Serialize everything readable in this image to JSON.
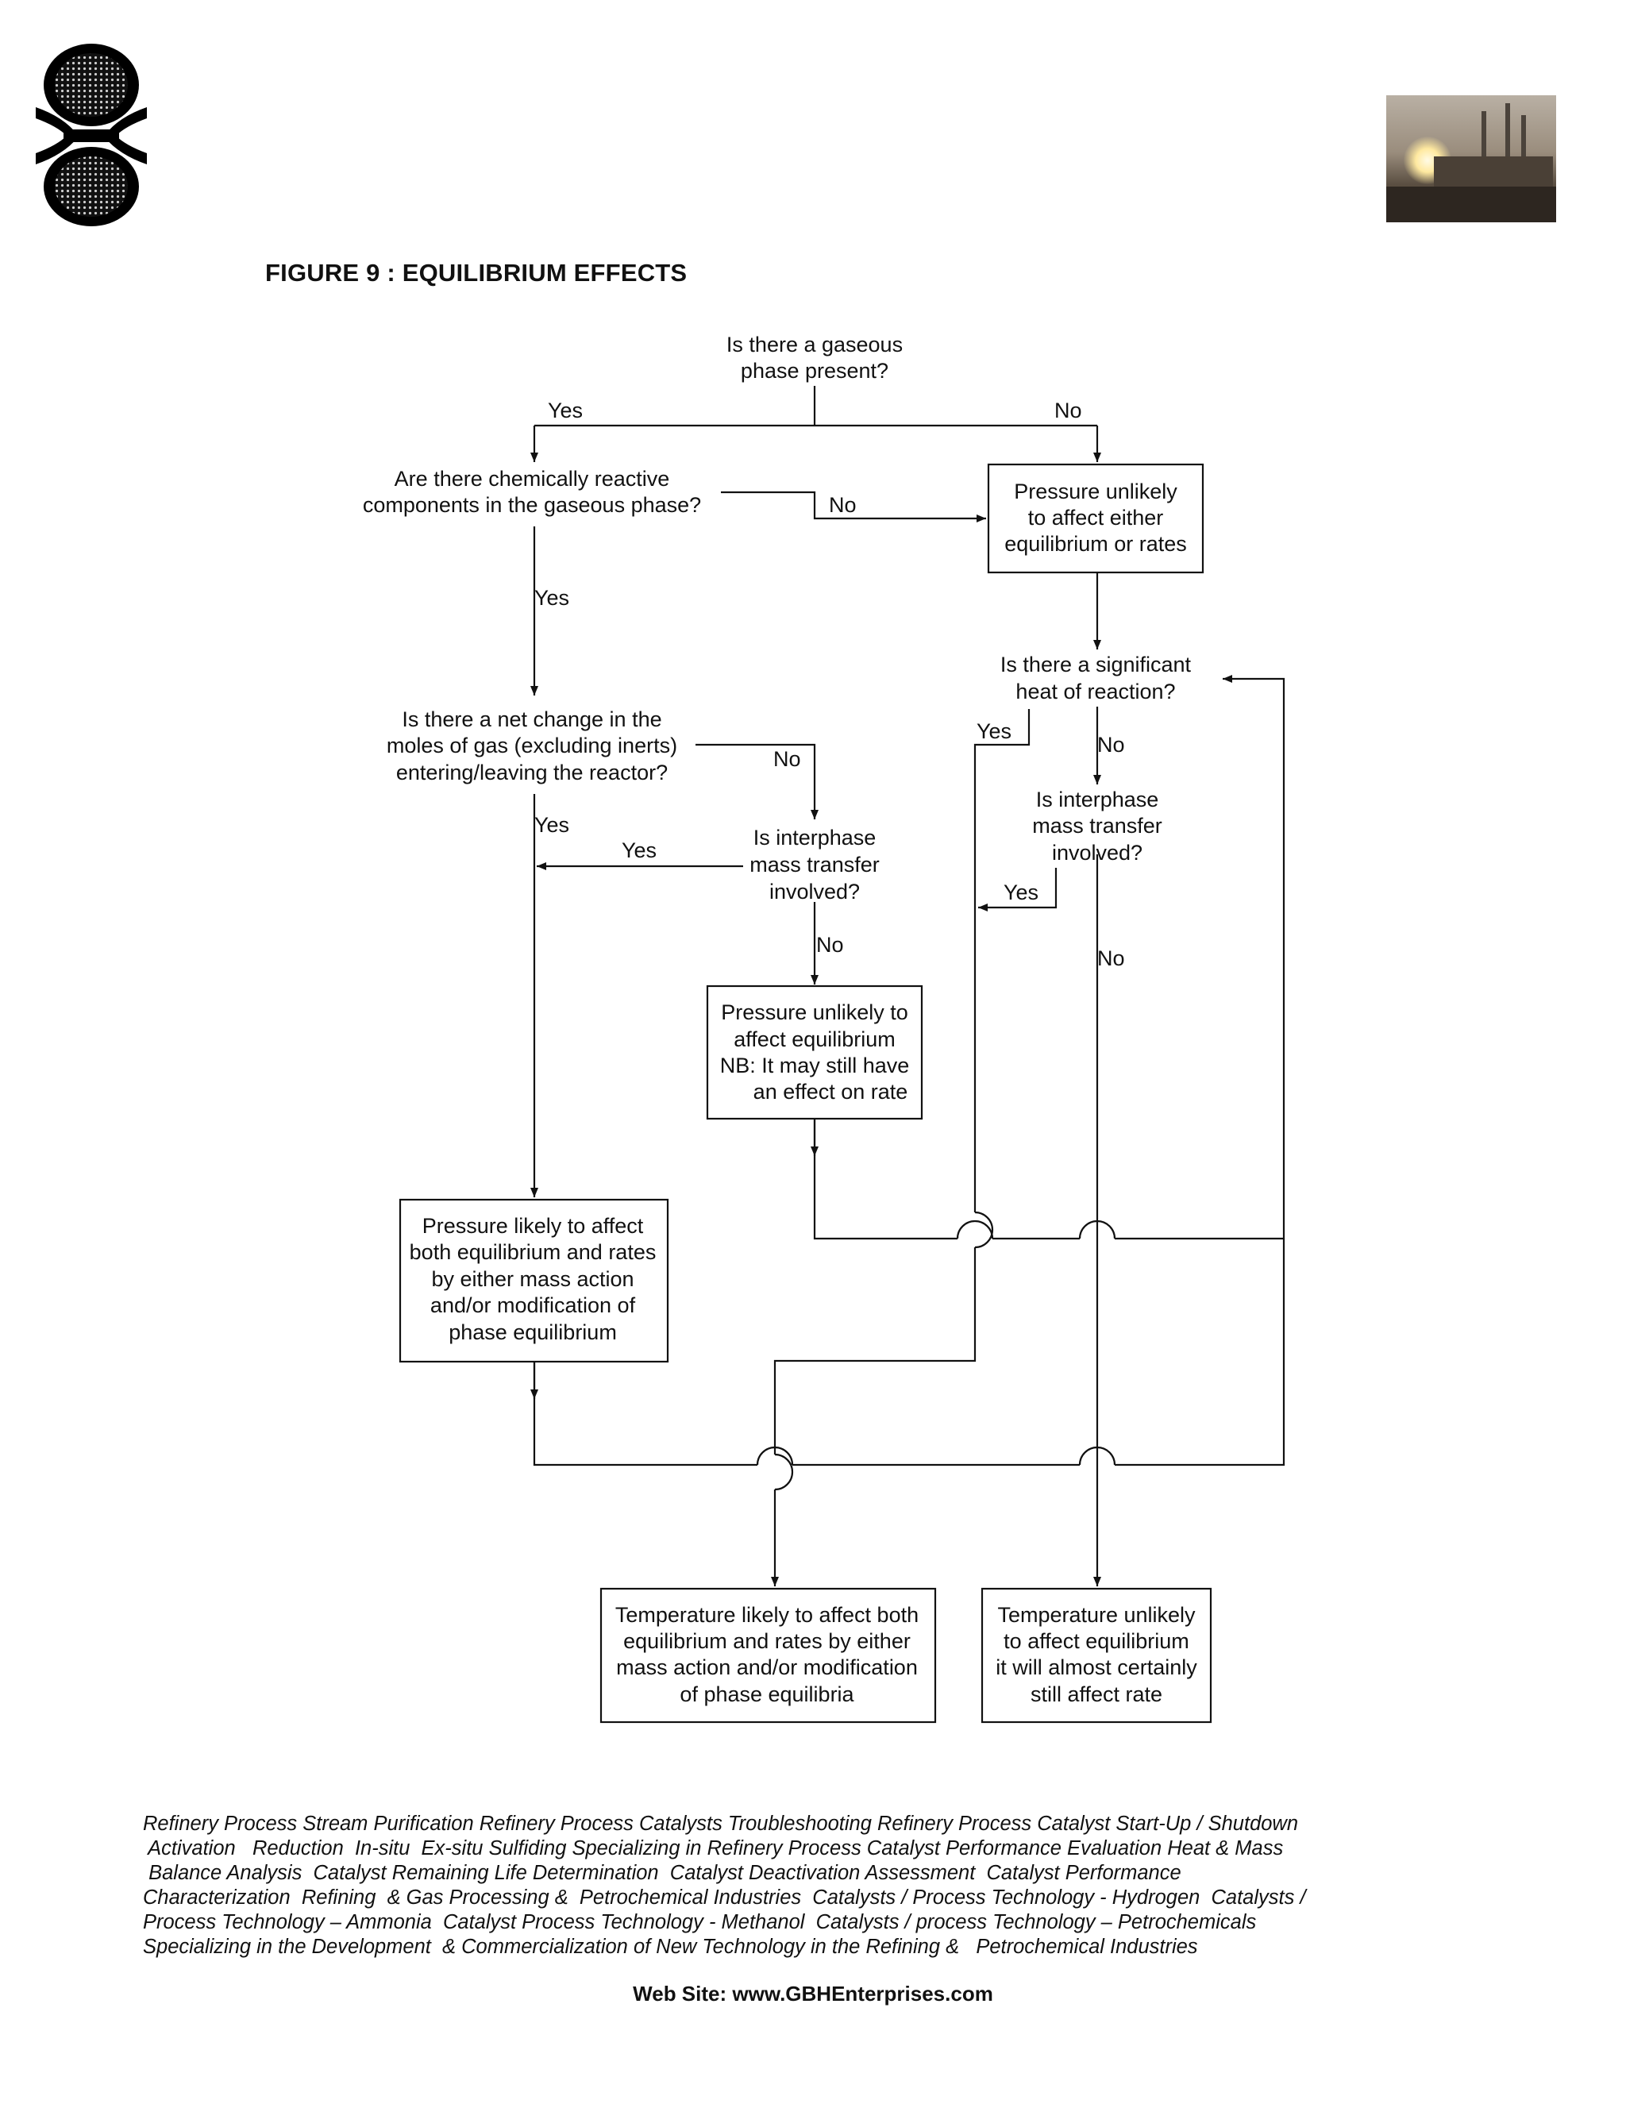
{
  "figure_title": "FIGURE 9 : EQUILIBRIUM EFFECTS",
  "flowchart": {
    "q_gaseous": [
      "Is there a gaseous",
      "phase present?"
    ],
    "q_reactive": [
      "Are there chemically reactive",
      "components in the gaseous phase?"
    ],
    "q_net_change": [
      "Is there a net change in the",
      "moles of gas (excluding inerts)",
      "entering/leaving the reactor?"
    ],
    "q_interphase_left": [
      "Is interphase",
      "mass transfer",
      "involved?"
    ],
    "q_heat": [
      "Is there a significant",
      "heat of reaction?"
    ],
    "q_interphase_right": [
      "Is interphase",
      "mass transfer",
      "involved?"
    ],
    "box_pressure_unlikely": [
      "Pressure unlikely",
      "to affect either",
      "equilibrium or rates"
    ],
    "box_pressure_unlikely_eq": [
      "Pressure unlikely to",
      "affect equilibrium",
      "NB: It may still have",
      "an effect on rate"
    ],
    "box_pressure_likely": [
      "Pressure likely to affect",
      "both equilibrium and rates",
      "by either mass action",
      "and/or modification of",
      "phase equilibrium"
    ],
    "box_temp_likely": [
      "Temperature likely to affect both",
      "equilibrium and rates by either",
      "mass action and/or modification",
      "of phase equilibria"
    ],
    "box_temp_unlikely": [
      "Temperature unlikely",
      "to affect equilibrium",
      "it will almost certainly",
      "still affect rate"
    ],
    "labels": {
      "yes": "Yes",
      "no": "No"
    }
  },
  "footer": {
    "lines": [
      "Refinery Process Stream Purification Refinery Process Catalysts Troubleshooting Refinery Process Catalyst Start-Up / Shutdown",
      " Activation   Reduction  In-situ  Ex-situ Sulfiding Specializing in Refinery Process Catalyst Performance Evaluation Heat & Mass",
      " Balance Analysis  Catalyst Remaining Life Determination  Catalyst Deactivation Assessment  Catalyst Performance",
      "Characterization  Refining  & Gas Processing &  Petrochemical Industries  Catalysts / Process Technology - Hydrogen  Catalysts /",
      "Process Technology – Ammonia  Catalyst Process Technology - Methanol  Catalysts / process Technology – Petrochemicals",
      "Specializing in the Development  & Commercialization of New Technology in the Refining &   Petrochemical Industries"
    ],
    "website": "Web Site: www.GBHEnterprises.com"
  }
}
